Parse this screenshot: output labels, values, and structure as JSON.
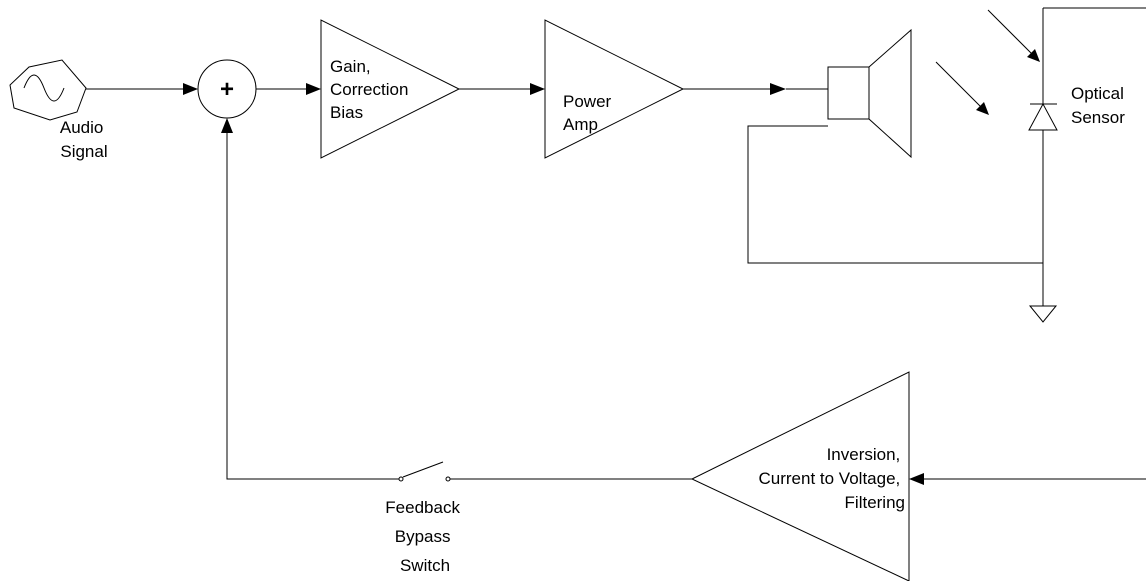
{
  "blocks": {
    "audio_signal": {
      "lines": [
        "Audio",
        "Signal"
      ]
    },
    "summing_junction": {
      "symbol": "+"
    },
    "gain_correction": {
      "lines": [
        "Gain,",
        "Correction",
        "Bias"
      ]
    },
    "power_amp": {
      "lines": [
        "Power",
        "Amp"
      ]
    },
    "optical_sensor": {
      "lines": [
        "Optical",
        "Sensor"
      ]
    },
    "inversion_amp": {
      "lines": [
        "Inversion,",
        "Current to Voltage,",
        "Filtering"
      ]
    },
    "feedback_switch": {
      "lines": [
        "Feedback",
        "Bypass",
        "Switch"
      ]
    }
  }
}
